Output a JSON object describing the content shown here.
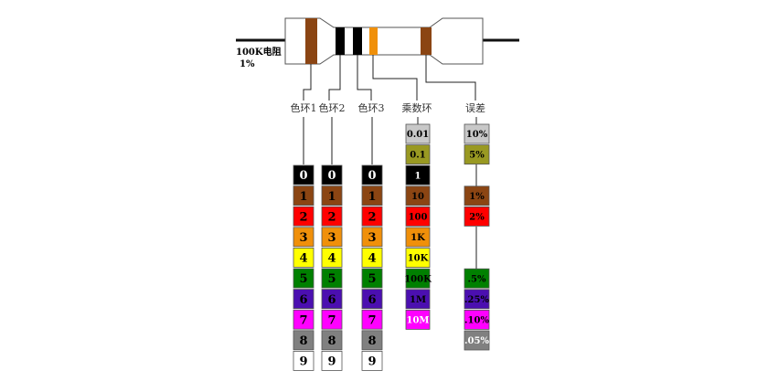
{
  "resistor": {
    "caption_line1": "100K电阻",
    "caption_line2": "1%",
    "body_color": "#ffffff",
    "lead_color": "#111111",
    "band_colors": [
      "#8b4513",
      "#000000",
      "#000000",
      "#f0900a",
      "#8b4513"
    ]
  },
  "labels": {
    "ring1": "色环1",
    "ring2": "色环2",
    "ring3": "色环3",
    "multiplier": "乘数环",
    "tolerance": "误差"
  },
  "digit_scale": [
    {
      "label": "0",
      "color": "#000000",
      "text_color": "#ffffff"
    },
    {
      "label": "1",
      "color": "#8b4513",
      "text_color": "#000000"
    },
    {
      "label": "2",
      "color": "#ff0000",
      "text_color": "#000000"
    },
    {
      "label": "3",
      "color": "#f0900a",
      "text_color": "#000000"
    },
    {
      "label": "4",
      "color": "#ffff00",
      "text_color": "#000000"
    },
    {
      "label": "5",
      "color": "#008000",
      "text_color": "#000000"
    },
    {
      "label": "6",
      "color": "#4b0fb0",
      "text_color": "#000000"
    },
    {
      "label": "7",
      "color": "#ff00ff",
      "text_color": "#000000"
    },
    {
      "label": "8",
      "color": "#808080",
      "text_color": "#000000"
    },
    {
      "label": "9",
      "color": "#ffffff",
      "text_color": "#000000"
    }
  ],
  "multiplier_scale": [
    {
      "label": "0.01",
      "color": "#c8c8c8",
      "text_color": "#000000"
    },
    {
      "label": "0.1",
      "color": "#999922",
      "text_color": "#000000"
    },
    {
      "label": "1",
      "color": "#000000",
      "text_color": "#ffffff"
    },
    {
      "label": "10",
      "color": "#8b4513",
      "text_color": "#000000"
    },
    {
      "label": "100",
      "color": "#ff0000",
      "text_color": "#000000"
    },
    {
      "label": "1K",
      "color": "#f0900a",
      "text_color": "#000000"
    },
    {
      "label": "10K",
      "color": "#ffff00",
      "text_color": "#000000"
    },
    {
      "label": "100K",
      "color": "#008000",
      "text_color": "#000000"
    },
    {
      "label": "1M",
      "color": "#4b0fb0",
      "text_color": "#000000"
    },
    {
      "label": "10M",
      "color": "#ff00ff",
      "text_color": "#ffffff"
    }
  ],
  "tolerance_scale": [
    {
      "label": "10%",
      "color": "#c8c8c8",
      "text_color": "#000000",
      "slot": 0
    },
    {
      "label": "5%",
      "color": "#999922",
      "text_color": "#000000",
      "slot": 1
    },
    {
      "label": "1%",
      "color": "#8b4513",
      "text_color": "#000000",
      "slot": 3
    },
    {
      "label": "2%",
      "color": "#ff0000",
      "text_color": "#000000",
      "slot": 4
    },
    {
      "label": ".5%",
      "color": "#008000",
      "text_color": "#000000",
      "slot": 7
    },
    {
      "label": ".25%",
      "color": "#4b0fb0",
      "text_color": "#000000",
      "slot": 8
    },
    {
      "label": ".10%",
      "color": "#ff00ff",
      "text_color": "#000000",
      "slot": 9
    },
    {
      "label": ".05%",
      "color": "#808080",
      "text_color": "#ffffff",
      "slot": 10
    }
  ]
}
